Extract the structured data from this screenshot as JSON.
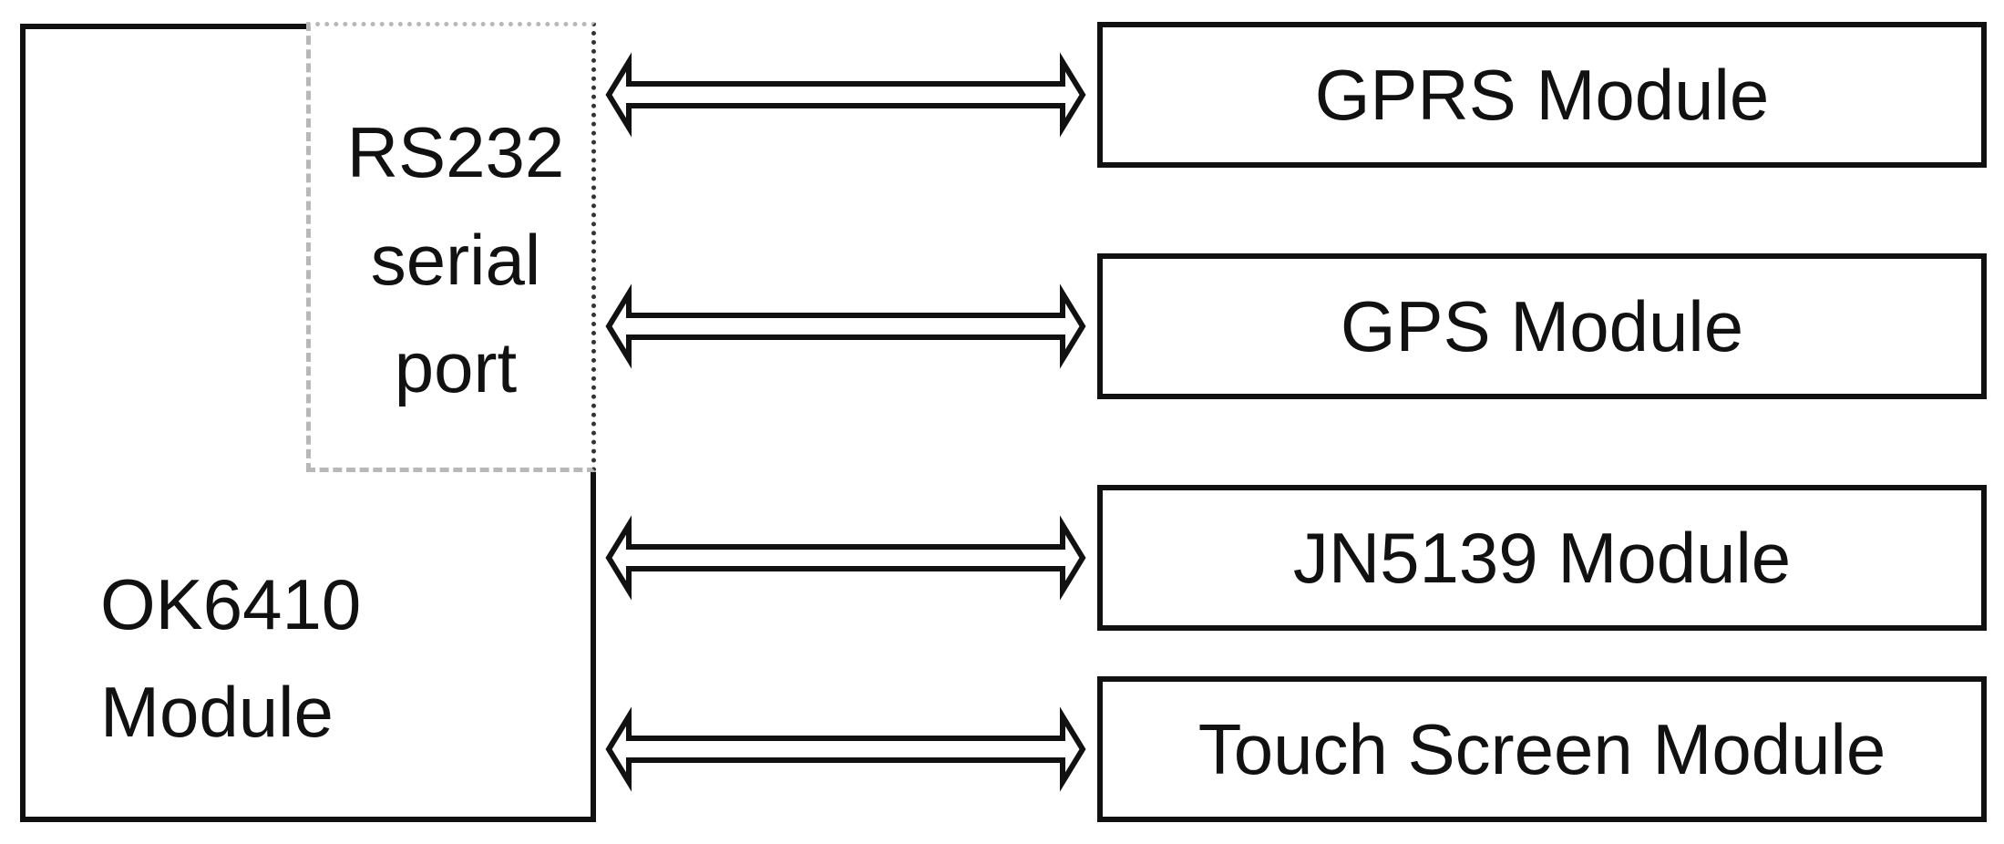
{
  "diagram": {
    "main_module": {
      "label": "OK6410\nModule"
    },
    "serial_port": {
      "label": "RS232\nserial\nport"
    },
    "modules": [
      {
        "label": "GPRS Module"
      },
      {
        "label": "GPS Module"
      },
      {
        "label": "JN5139 Module"
      },
      {
        "label": "Touch Screen Module"
      }
    ],
    "connector": {
      "type": "bidirectional-double-arrow",
      "count": 4
    },
    "colors": {
      "stroke": "#111111",
      "dashed_border": "#b8b8b8",
      "background": "#ffffff"
    }
  }
}
